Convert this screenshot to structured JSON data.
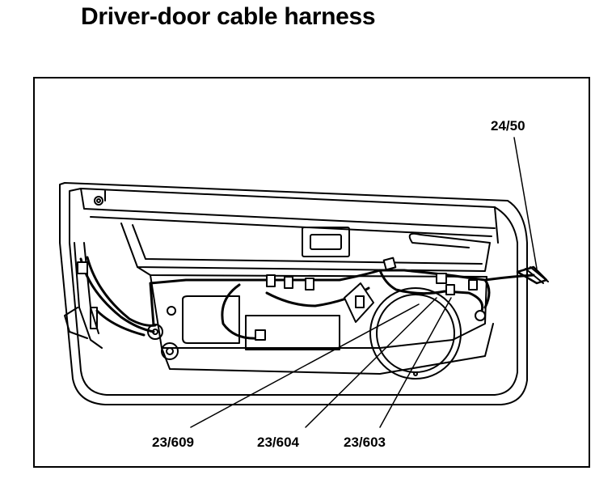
{
  "title": "Driver-door cable harness",
  "callouts": {
    "top_right": "24/50",
    "bottom_left": "23/609",
    "bottom_middle": "23/604",
    "bottom_right": "23/603"
  },
  "colors": {
    "line": "#000000",
    "background": "#ffffff"
  }
}
